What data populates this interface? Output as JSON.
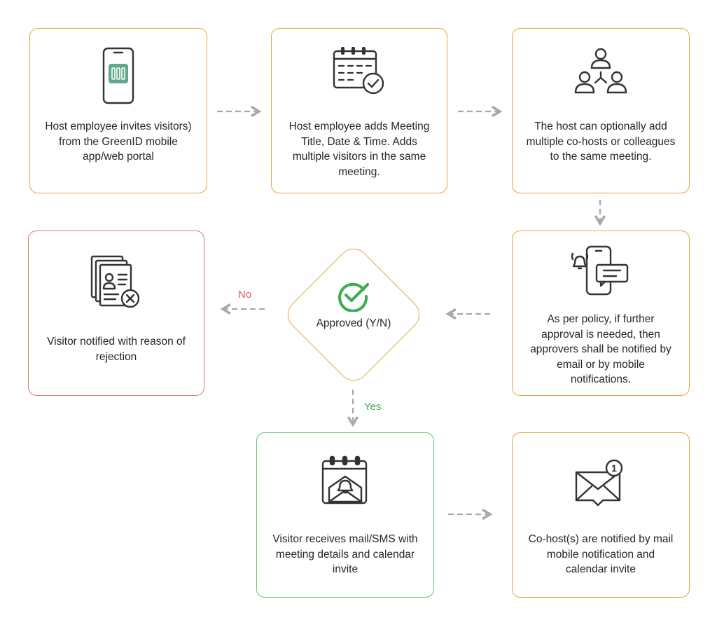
{
  "steps": {
    "invite": {
      "text": "Host employee invites visitors) from the GreenID mobile app/web portal",
      "icon": "smartphone-app-icon"
    },
    "meeting_details": {
      "text": "Host employee adds Meeting Title, Date & Time. Adds multiple visitors in the same meeting.",
      "icon": "calendar-check-icon"
    },
    "cohosts": {
      "text": "The host can optionally add multiple co-hosts or colleagues to the same meeting.",
      "icon": "people-network-icon"
    },
    "approvers_notified": {
      "text": "As per policy, if further approval is needed, then approvers shall be notified by email or by mobile notifications.",
      "icon": "phone-notification-icon"
    },
    "decision": {
      "text": "Approved (Y/N)",
      "icon": "check-circle-icon"
    },
    "rejected": {
      "text": "Visitor notified with reason of rejection",
      "icon": "documents-reject-icon"
    },
    "visitor_invite": {
      "text": "Visitor receives mail/SMS with meeting details and calendar invite",
      "icon": "calendar-mail-bell-icon"
    },
    "cohost_notified": {
      "text": "Co-host(s) are notified by mail mobile notification and calendar invite",
      "icon": "mail-badge-icon",
      "badge": "1"
    }
  },
  "branches": {
    "no_label": "No",
    "yes_label": "Yes"
  },
  "colors": {
    "neutral_border": "#e8a63c",
    "reject_border": "#dc7b73",
    "approve_border": "#6cc47a",
    "no_label": "#dc5b52",
    "yes_label": "#3fae52",
    "check_icon": "#3fae52",
    "app_icon": "#5fa88a",
    "arrow": "#a8a8a8"
  }
}
